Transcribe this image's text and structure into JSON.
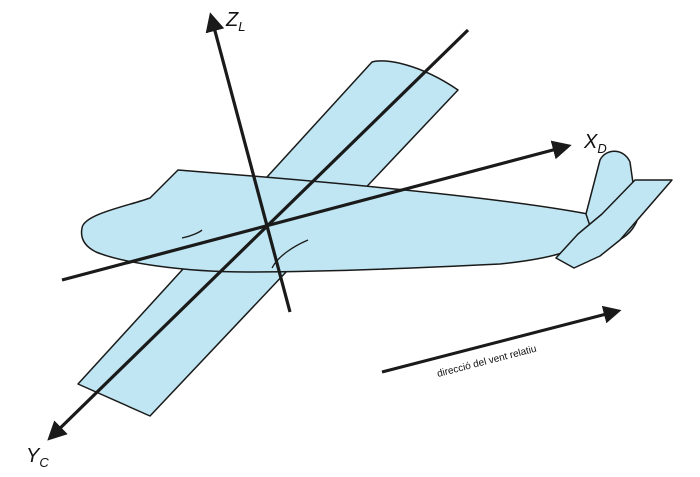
{
  "axes": {
    "z": {
      "symbol": "Z",
      "subscript": "L"
    },
    "x": {
      "symbol": "X",
      "subscript": "D"
    },
    "y": {
      "symbol": "Y",
      "subscript": "C"
    }
  },
  "wind": {
    "label": "direcció del vent relatiu"
  },
  "colors": {
    "airframe_fill": "#bfe6f2",
    "outline": "#1a1a1a",
    "axis": "#1a1a1a",
    "background": "#ffffff"
  }
}
